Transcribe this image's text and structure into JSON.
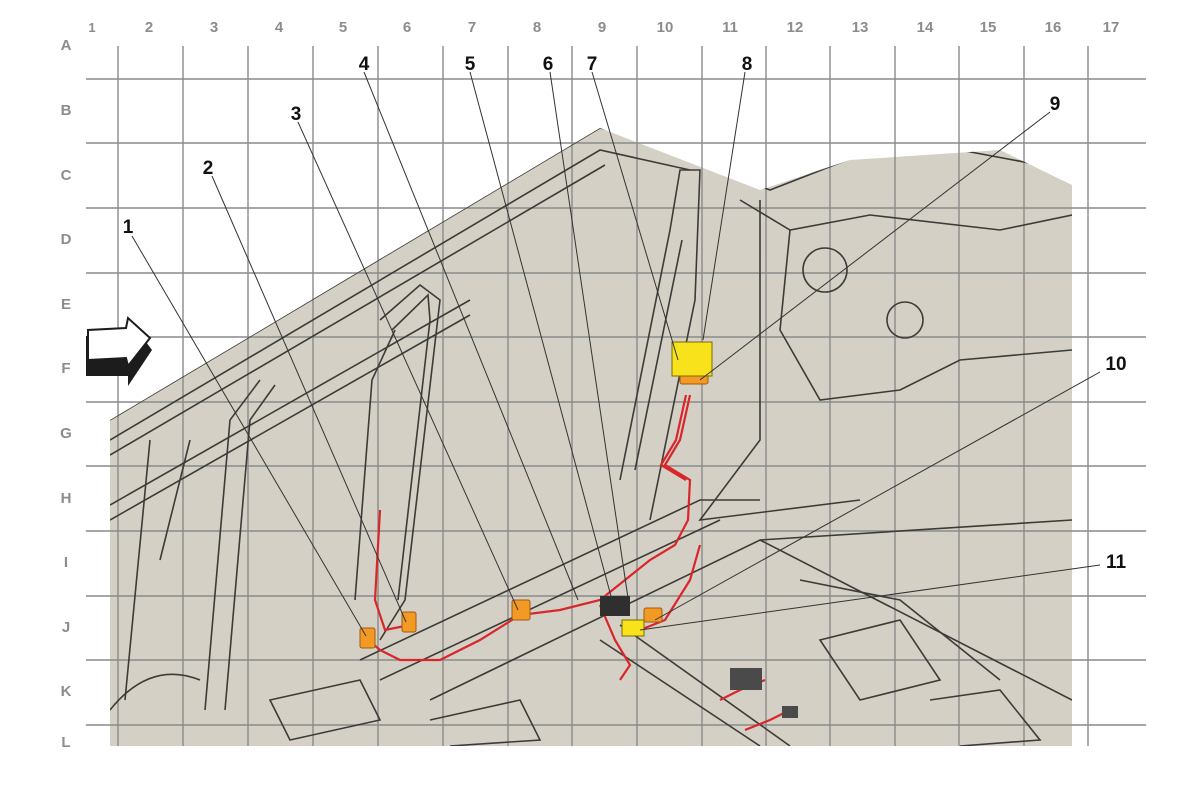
{
  "grid": {
    "columns": [
      "1",
      "2",
      "3",
      "4",
      "5",
      "6",
      "7",
      "8",
      "9",
      "10",
      "11",
      "12",
      "13",
      "14",
      "15",
      "16",
      "17"
    ],
    "rows": [
      "A",
      "B",
      "C",
      "D",
      "E",
      "F",
      "G",
      "H",
      "I",
      "J",
      "K",
      "L"
    ]
  },
  "callouts": [
    "1",
    "2",
    "3",
    "4",
    "5",
    "6",
    "7",
    "8",
    "9",
    "10",
    "11"
  ],
  "colors": {
    "grid_line": "#8a8a8a",
    "grid_label": "#8c8c8c",
    "background_fill": "#d4d0c5",
    "body_line": "#3c3b37",
    "harness": "#d9262a",
    "connector": "#f39a25",
    "module": "#f7e21c",
    "leader": "#333333"
  },
  "icons": [
    "direction-arrow-icon"
  ]
}
